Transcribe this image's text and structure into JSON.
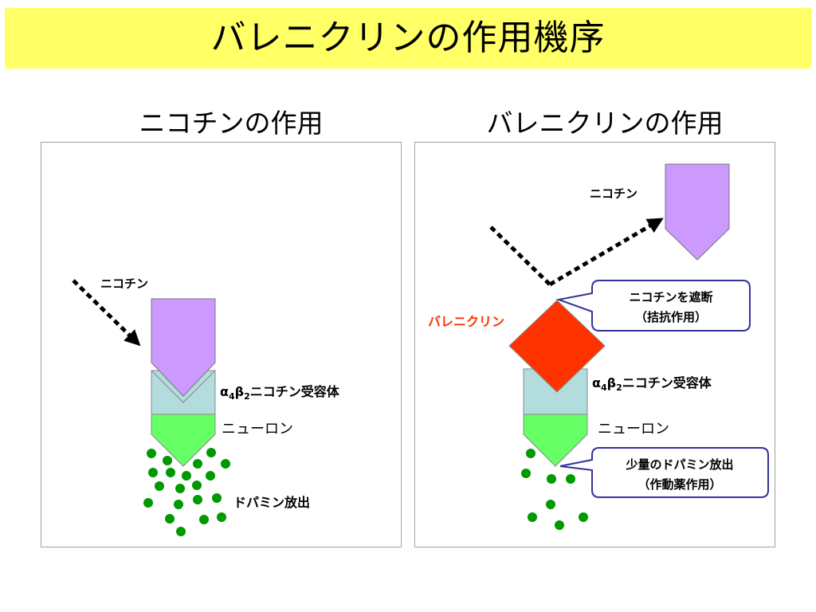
{
  "title": "バレニクリンの作用機序",
  "colors": {
    "title_band": "#ffff66",
    "nicotine": "#cc99ff",
    "receptor": "#b3dcdc",
    "neuron": "#66ff66",
    "dopamine": "#009900",
    "varenicline": "#ff3300",
    "varenicline_label": "#ff3300",
    "callout_border": "#333399"
  },
  "left_panel": {
    "heading": "ニコチンの作用",
    "nicotine_label": "ニコチン",
    "receptor_label": {
      "alpha": "α",
      "sub_a": "4",
      "beta": "β",
      "sub_b": "2",
      "rest": "ニコチン受容体"
    },
    "neuron_label": "ニューロン",
    "dopamine_label": "ドパミン放出"
  },
  "right_panel": {
    "heading": "バレニクリンの作用",
    "nicotine_label": "ニコチン",
    "varenicline_label": "バレニクリン",
    "callout_block": [
      "ニコチンを遮断",
      "（拮抗作用）"
    ],
    "receptor_label": {
      "alpha": "α",
      "sub_a": "4",
      "beta": "β",
      "sub_b": "2",
      "rest": "ニコチン受容体"
    },
    "neuron_label": "ニューロン",
    "callout_release": [
      "少量のドパミン放出",
      "（作動薬作用）"
    ]
  }
}
